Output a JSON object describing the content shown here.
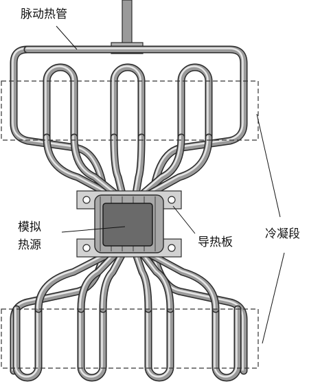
{
  "labels": {
    "pulsating_heat_pipe": "脉动热管",
    "simulated_heat_source_line1": "模拟",
    "simulated_heat_source_line2": "热源",
    "heat_conducting_plate": "导热板",
    "condenser_section": "冷凝段"
  },
  "colors": {
    "pipe_outline": "#2a2a2a",
    "pipe_fill": "#9a9a9a",
    "pipe_highlight": "#e6e6e6",
    "heat_source": "#6a6a6a",
    "plate": "#d2d2d2",
    "dashed_box": "#333333",
    "leader_line": "#111111"
  }
}
